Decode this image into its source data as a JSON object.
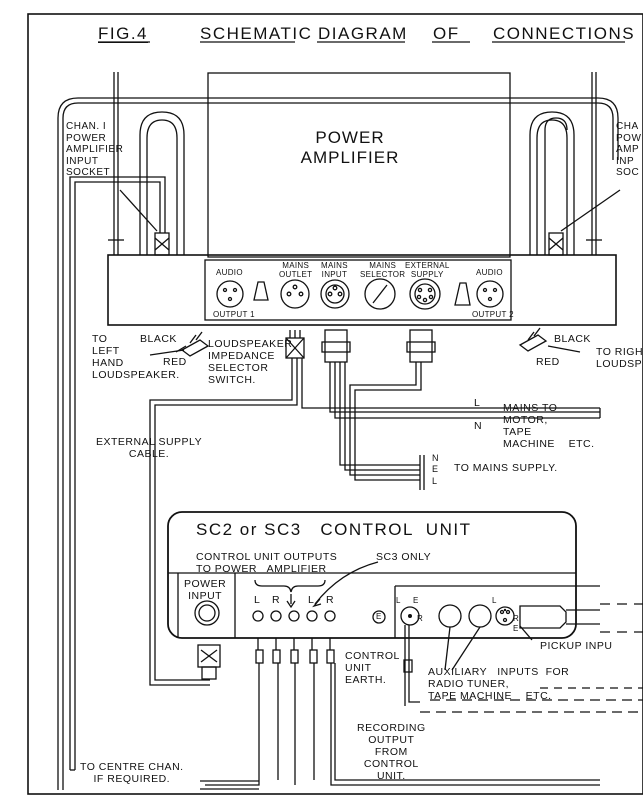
{
  "header": {
    "fig": "FIG.4",
    "title_words": [
      "SCHEMATIC",
      "DIAGRAM",
      "OF",
      "CONNECTIONS"
    ]
  },
  "power_amplifier": {
    "title": "POWER\nAMPLIFIER",
    "labels": {
      "audio_left": "AUDIO",
      "mains_outlet": "MAINS\nOUTLET",
      "mains_input": "MAINS\nINPUT",
      "mains_selector": "MAINS\nSELECTOR",
      "external_supply": "EXTERNAL\nSUPPLY",
      "audio_right": "AUDIO",
      "output1": "OUTPUT 1",
      "output2": "OUTPUT 2"
    }
  },
  "labels": {
    "chan1_socket": "CHAN. I\nPOWER\nAMPLIFIER\nINPUT\nSOCKET",
    "chan2_socket": "CHA\nPOW\nAMP\nINP\nSOC",
    "left_speaker": "TO\nLEFT\nHAND\nLOUDSPEAKER.",
    "black_left": "BLACK",
    "red_left": "RED",
    "selector_switch": "LOUDSPEAKER\nIMPEDANCE\nSELECTOR\nSWITCH.",
    "black_right": "BLACK",
    "red_right": "RED",
    "right_speaker": "TO RIGH\nLOUDSP",
    "mains_to_motor": "MAINS TO\nMOTOR,\nTAPE\nMACHINE    ETC.",
    "mains_L": "L",
    "mains_N": "N",
    "nel": "N\nE\nL",
    "to_mains_supply": "TO MAINS SUPPLY.",
    "external_supply_cable": "EXTERNAL SUPPLY\nCABLE.",
    "control_unit_earth": "CONTROL\nUNIT\nEARTH.",
    "auxiliary_inputs": "AUXILIARY   INPUTS  FOR\nRADIO TUNER,\nTAPE MACHINE    ETC.",
    "pickup_input": "PICKUP INPU",
    "recording_output": "RECORDING\nOUTPUT\nFROM\nCONTROL\nUNIT.",
    "to_centre": "TO CENTRE CHAN.\nIF REQUIRED."
  },
  "control_unit": {
    "title": "SC2 or SC3   CONTROL  UNIT",
    "outputs_label": "CONTROL UNIT OUTPUTS\nTO POWER   AMPLIFIER",
    "sc3_only": "SC3 ONLY",
    "power_input": "POWER\nINPUT",
    "L1": "L",
    "R1": "R",
    "L2": "L",
    "R2": "R",
    "E": "E",
    "jack_L": "L",
    "jack_E": "E",
    "jack_R": "R",
    "din_L": "L",
    "din_R": "R",
    "din_E": "E"
  }
}
